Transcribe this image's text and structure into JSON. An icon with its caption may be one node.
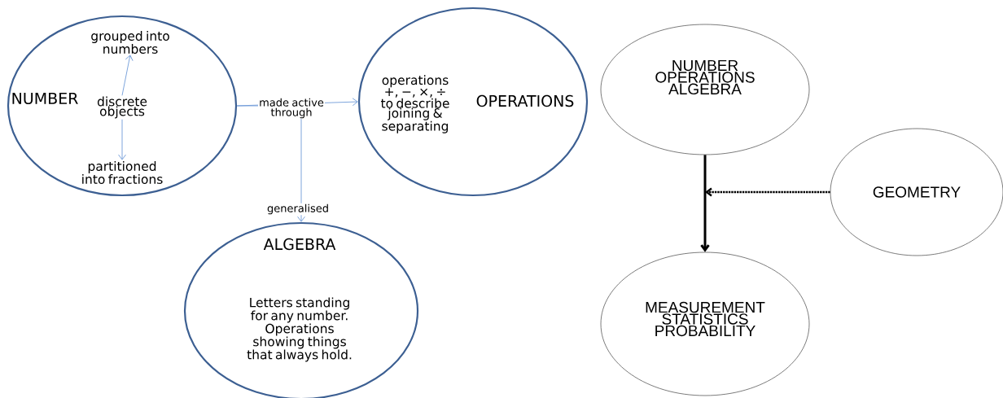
{
  "diagram": {
    "nodes": [
      {
        "text": [
          "NUMBER"
        ]
      },
      {
        "text": [
          "grouped into numbers"
        ],
        "in": 0
      },
      {
        "text": [
          "discrete objects"
        ],
        "in": 0
      },
      {
        "text": [
          "partitioned into fractions"
        ],
        "in": 0
      },
      {
        "text": [
          "operations +, −, ×, ÷ to describe joining & separating",
          "OPERATIONS"
        ]
      },
      {
        "text": [
          "ALGEBRA",
          "Letters standing for any number. Operations showing things that always hold."
        ]
      },
      {
        "text": [
          "NUMBER OPERATIONS ALGEBRA"
        ]
      },
      {
        "text": [
          "GEOMETRY"
        ]
      },
      {
        "text": [
          "MEASUREMENT STATISTICS PROBABILITY"
        ]
      }
    ],
    "edges": [
      {
        "from": 2,
        "to": 1,
        "arrow": "to"
      },
      {
        "from": 2,
        "to": 3,
        "arrow": "to"
      },
      {
        "from": 0,
        "to": 4,
        "arrow": "to",
        "label": "made active through"
      },
      {
        "from": 0,
        "to": 5,
        "arrow": "to",
        "label": "generalised"
      },
      {
        "from": 6,
        "to": 8,
        "arrow": "to",
        "style": "thick",
        "color": "#000000"
      },
      {
        "from": 7,
        "to": null,
        "arrow": "to",
        "style": "dashed",
        "color": "#000000"
      }
    ]
  }
}
